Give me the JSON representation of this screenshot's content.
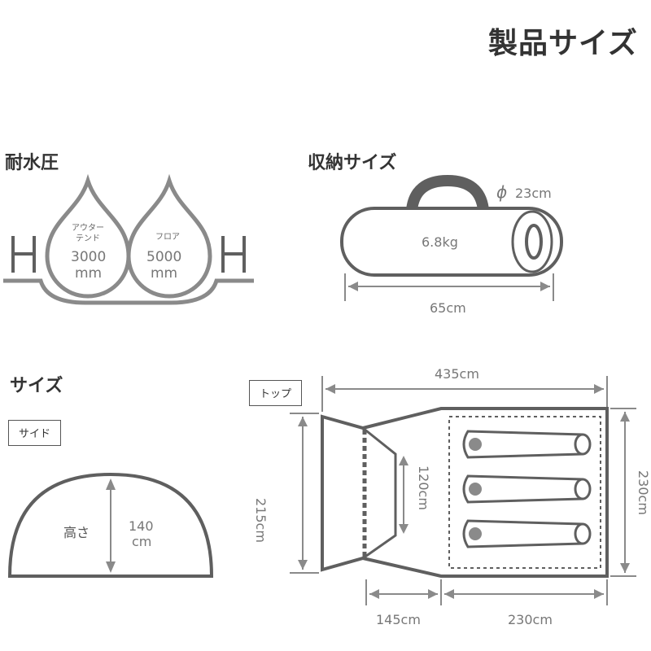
{
  "page_title": "製品サイズ",
  "water_pressure": {
    "heading": "耐水圧",
    "h_letter": "H",
    "outer": {
      "label": "アウター\nテンド",
      "value": "3000",
      "unit": "mm"
    },
    "floor": {
      "label": "フロア",
      "value": "5000",
      "unit": "mm"
    }
  },
  "storage": {
    "heading": "収納サイズ",
    "diameter_symbol": "ϕ",
    "diameter": "23cm",
    "weight": "6.8kg",
    "length": "65cm"
  },
  "size": {
    "heading": "サイズ",
    "side_label": "サイド",
    "height_label": "高さ",
    "height_value": "140",
    "height_unit": "cm",
    "top_label": "トップ",
    "total_length": "435cm",
    "front_height": "215cm",
    "inner_width": "120cm",
    "rear_height": "230cm",
    "vestibule_length": "145cm",
    "inner_length": "230cm"
  },
  "colors": {
    "line": "#5f5f5f",
    "fill": "#8a8a8a",
    "text": "#333333"
  }
}
